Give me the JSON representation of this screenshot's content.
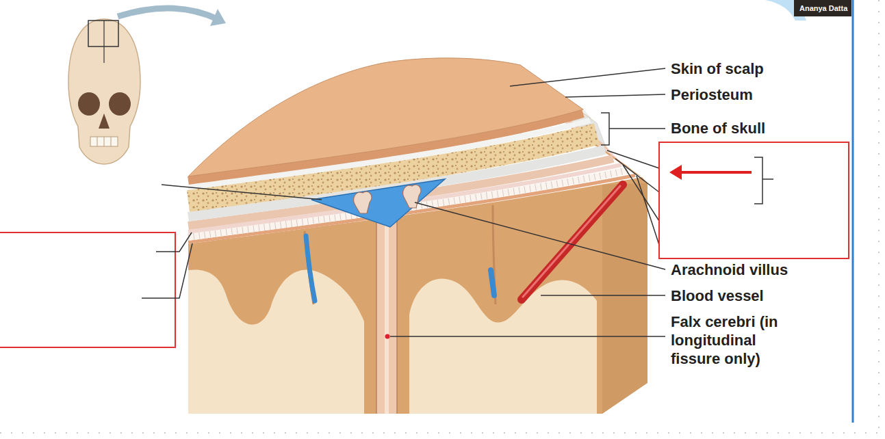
{
  "diagram": {
    "labels": [
      "Ananya Datta",
      "Skin of scalp",
      "Periosteum",
      "Bone of skull",
      "Arachnoid villus",
      "Blood vessel",
      "Falx cerebri (in longitudinal fissure only)"
    ]
  }
}
